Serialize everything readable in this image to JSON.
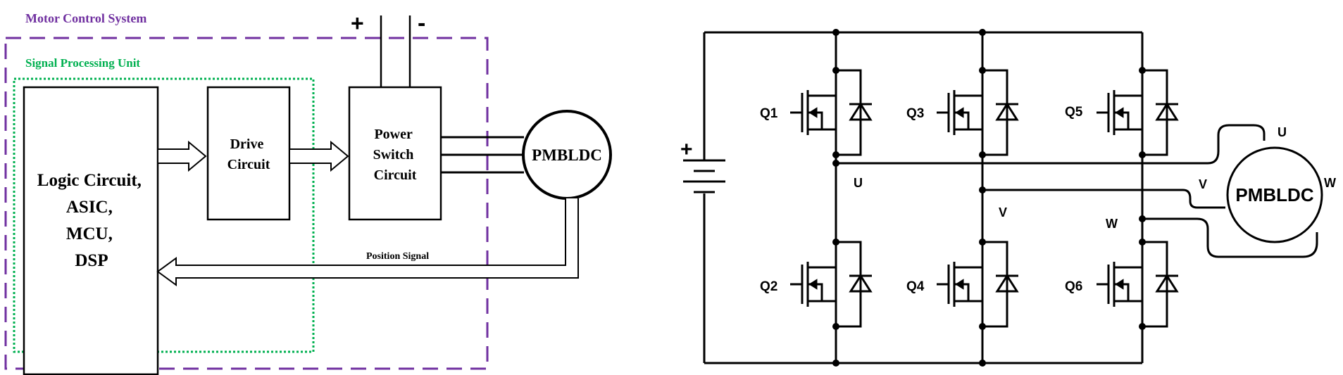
{
  "block_diagram": {
    "motor_control_title": "Motor Control System",
    "signal_processing_title": "Signal Processing Unit",
    "logic_lines": [
      "Logic Circuit,",
      "ASIC,",
      "MCU,",
      "DSP"
    ],
    "drive_lines": [
      "Drive",
      "Circuit"
    ],
    "power_lines": [
      "Power",
      "Switch",
      "Circuit"
    ],
    "motor_label": "PMBLDC",
    "position_signal": "Position Signal",
    "plus": "+",
    "minus": "-",
    "colors": {
      "motor_control_box": "#7030a0",
      "signal_box": "#00b050"
    }
  },
  "inverter": {
    "transistors": [
      "Q1",
      "Q2",
      "Q3",
      "Q4",
      "Q5",
      "Q6"
    ],
    "phase_node_labels": [
      "U",
      "V",
      "W"
    ],
    "motor_label": "PMBLDC",
    "motor_phase_labels": [
      "U",
      "V",
      "W"
    ],
    "battery_plus": "+"
  }
}
